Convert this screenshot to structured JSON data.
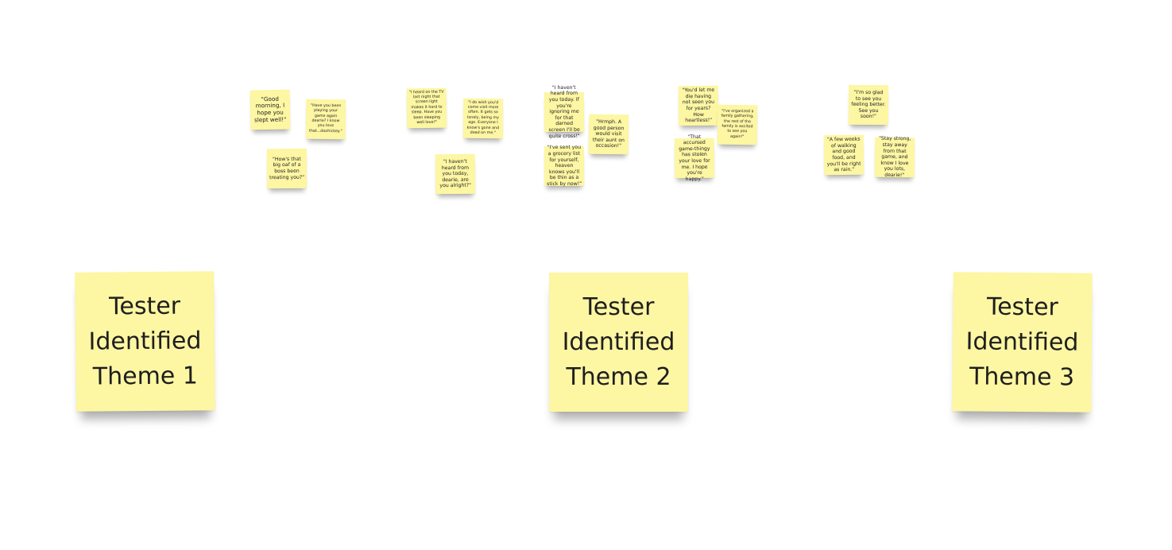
{
  "small_notes": [
    {
      "id": "n1",
      "text": "\"Good morning, I hope you slept well!\""
    },
    {
      "id": "n2",
      "text": "\"Have you been playing your game again dearie? I know you love that...doohickey.\""
    },
    {
      "id": "n3",
      "text": "\"How's that big oaf of a boss been treating you?\""
    },
    {
      "id": "n4",
      "text": "\"I heard on the TV last night that screen light makes it hard to sleep. Have you been sleeping well love?\""
    },
    {
      "id": "n5",
      "text": "\"I do wish you'd come visit more often. It gets so lonely, being my age. Everyone I know's gone and dead on me.\""
    },
    {
      "id": "n6",
      "text": "\"I haven't heard from you today, dearie, are you alright?\""
    },
    {
      "id": "n7",
      "text": "\"I haven't heard from you today. If you're ignoring me for that darned screen I'll be quite cross!\""
    },
    {
      "id": "n8",
      "text": "\"Hrmph. A good person would visit their aunt on occasion!\""
    },
    {
      "id": "n9",
      "text": "\"I've sent you a grocery list for yourself, heaven knows you'll be thin as a stick by now!\""
    },
    {
      "id": "n10",
      "text": "\"You'd let me die having not seen you for years? How heartless!\""
    },
    {
      "id": "n11",
      "text": "\"I've organized a family gathering, the rest of the family is excited to see you again!\""
    },
    {
      "id": "n12",
      "text": "\"That accursed game-thingy has stolen your love for me. I hope you're happy.\""
    },
    {
      "id": "n13",
      "text": "\"I'm so glad to see you feeling better. See you soon!\""
    },
    {
      "id": "n14",
      "text": "\"A few weeks of walking and good food, and you'll be right as rain.\""
    },
    {
      "id": "n15",
      "text": "\"Stay strong, stay away from that game, and know I love you lots, dearie!\""
    }
  ],
  "theme_notes": [
    {
      "id": "t1",
      "text": "Tester Identified Theme 1"
    },
    {
      "id": "t2",
      "text": "Tester Identified Theme 2"
    },
    {
      "id": "t3",
      "text": "Tester Identified Theme 3"
    }
  ],
  "colors": {
    "sticky_yellow": "#fdf6a3",
    "text": "#1e1e1e",
    "canvas": "#ffffff"
  }
}
